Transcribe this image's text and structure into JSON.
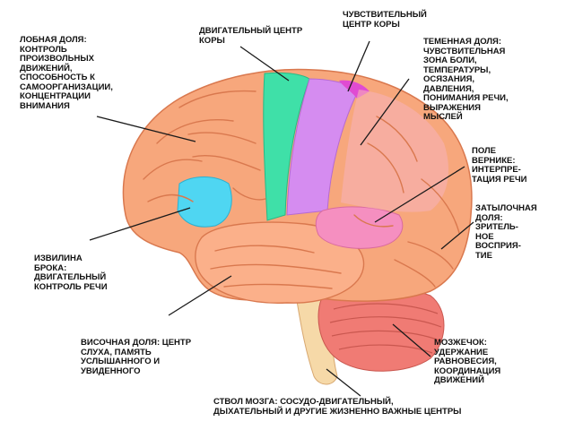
{
  "colors": {
    "cortex": "#f7a77c",
    "cortex_light": "#fbc29c",
    "gyrus_line": "#d9784e",
    "frontal_blue": "#4fd6f2",
    "motor_green": "#3fe0a8",
    "sensory_violet": "#d58cf0",
    "parietal_pink": "#f47bb7",
    "wernicke_pink": "#f58fc0",
    "temporal_pink": "#f58fb0",
    "broca_blue": "#5fd2f5",
    "cerebellum": "#f07b74",
    "brainstem": "#f6d9a8",
    "leader_line": "#1a1a1a"
  },
  "labels": {
    "frontal": [
      "ЛОБНАЯ ДОЛЯ:",
      "КОНТРОЛЬ",
      "ПРОИЗВОЛЬНЫХ",
      "ДВИЖЕНИЙ,",
      "СПОСОБНОСТЬ К",
      "САМООРГАНИЗАЦИИ,",
      "КОНЦЕНТРАЦИИ",
      "ВНИМАНИЯ"
    ],
    "motor": [
      "ДВИГАТЕЛЬНЫЙ ЦЕНТР",
      "КОРЫ"
    ],
    "sensory": [
      "ЧУВСТВИТЕЛЬНЫЙ",
      "ЦЕНТР КОРЫ"
    ],
    "parietal": [
      "ТЕМЕННАЯ ДОЛЯ:",
      "ЧУВСТВИТЕЛЬНАЯ",
      "ЗОНА БОЛИ,",
      "ТЕМПЕРАТУРЫ,",
      "ОСЯЗАНИЯ,",
      "ДАВЛЕНИЯ,",
      "ПОНИМАНИЯ РЕЧИ,",
      "ВЫРАЖЕНИЯ",
      "МЫСЛЕЙ"
    ],
    "wernicke": [
      "ПОЛЕ",
      "ВЕРНИКЕ:",
      "ИНТЕРПРЕ-",
      "ТАЦИЯ РЕЧИ"
    ],
    "occipital": [
      "ЗАТЫЛОЧНАЯ",
      "ДОЛЯ:",
      "ЗРИТЕЛЬ-",
      "НОЕ",
      "ВОСПРИЯ-",
      "ТИЕ"
    ],
    "broca": [
      "ИЗВИЛИНА",
      "БРОКА:",
      "ДВИГАТЕЛЬНЫЙ",
      "КОНТРОЛЬ РЕЧИ"
    ],
    "temporal": [
      "ВИСОЧНАЯ ДОЛЯ: ЦЕНТР",
      "СЛУХА, ПАМЯТЬ",
      "УСЛЫШАННОГО И",
      "УВИДЕННОГО"
    ],
    "cerebellum": [
      "МОЗЖЕЧОК:",
      "УДЕРЖАНИЕ",
      "РАВНОВЕСИЯ,",
      "КООРДИНАЦИЯ",
      "ДВИЖЕНИЙ"
    ],
    "brainstem": [
      "СТВОЛ МОЗГА: СОСУДО-ДВИГАТЕЛЬНЫЙ,",
      "ДЫХАТЕЛЬНЫЙ И ДРУГИЕ ЖИЗНЕННО ВАЖНЫЕ ЦЕНТРЫ"
    ]
  }
}
